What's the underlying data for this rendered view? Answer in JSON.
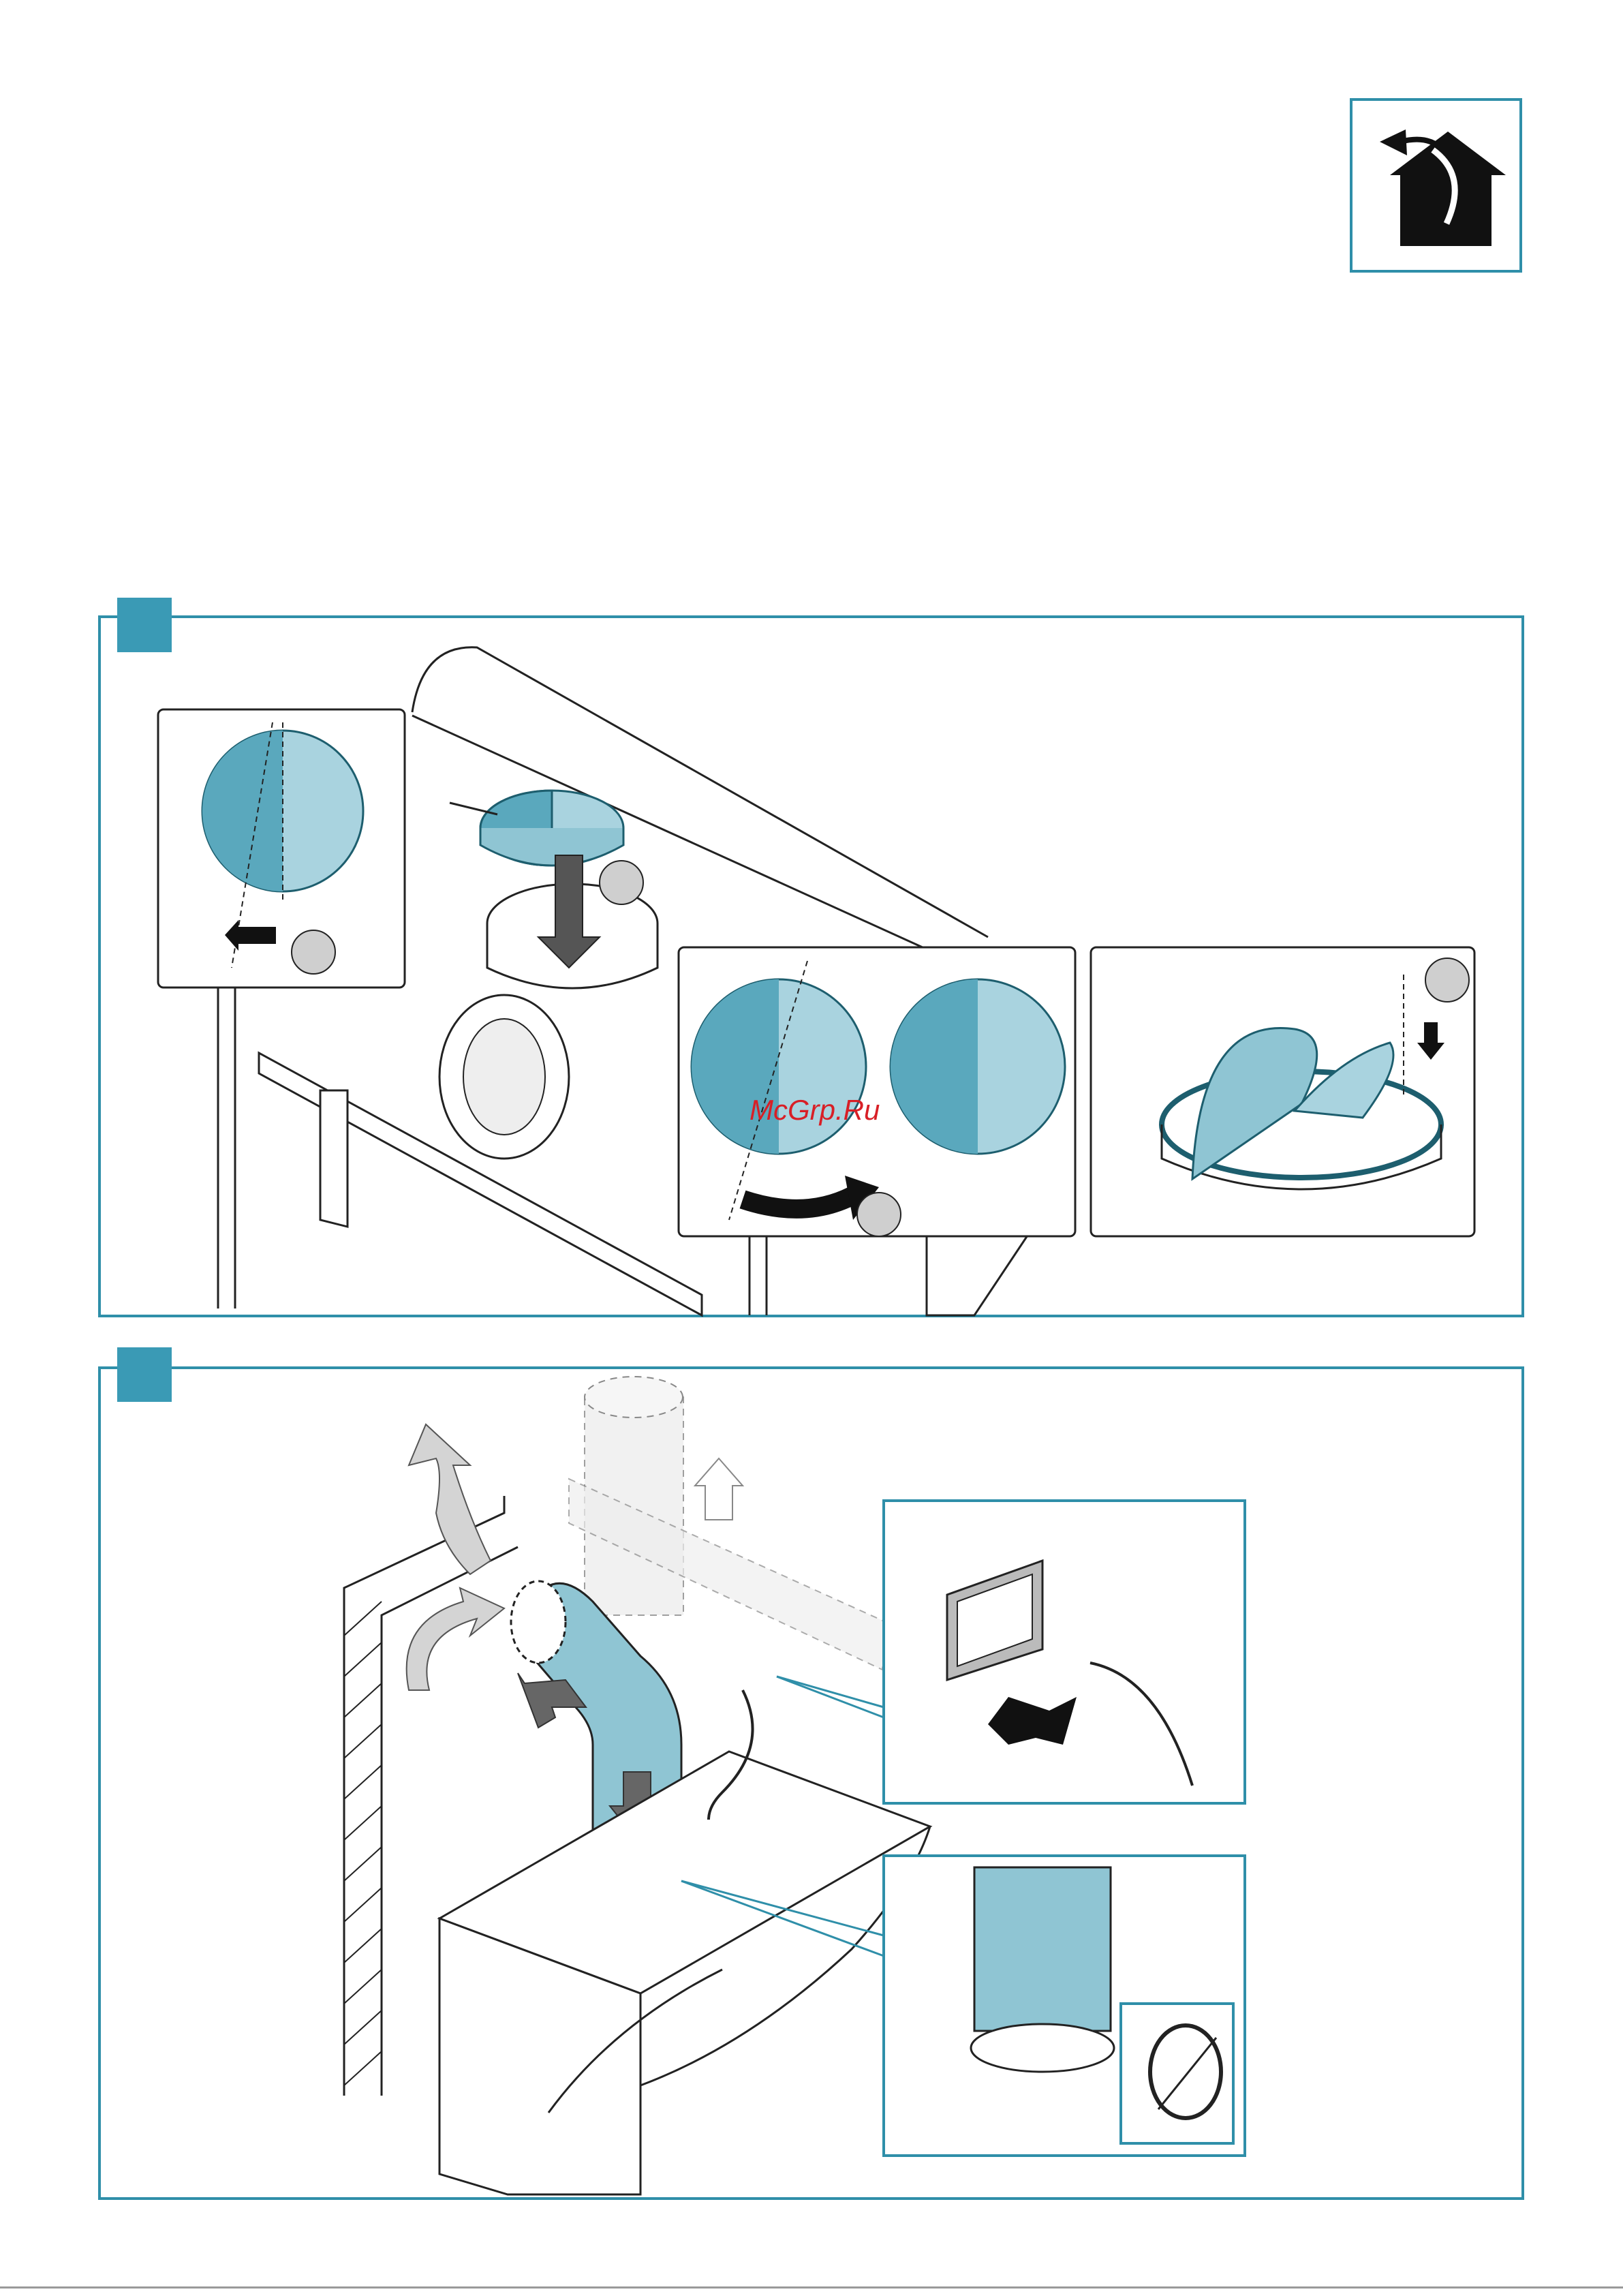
{
  "watermark": {
    "text": "McGrp.Ru"
  },
  "colors": {
    "accent": "#2f8fa9",
    "tab": "#3a9ab5",
    "flap_dark": "#5aa8bd",
    "flap_light": "#a9d3df",
    "duct": "#8fc5d3"
  },
  "icons": {
    "house": "recirculation-house-icon",
    "step1": "step-1-tab",
    "step2": "step-2-tab"
  }
}
